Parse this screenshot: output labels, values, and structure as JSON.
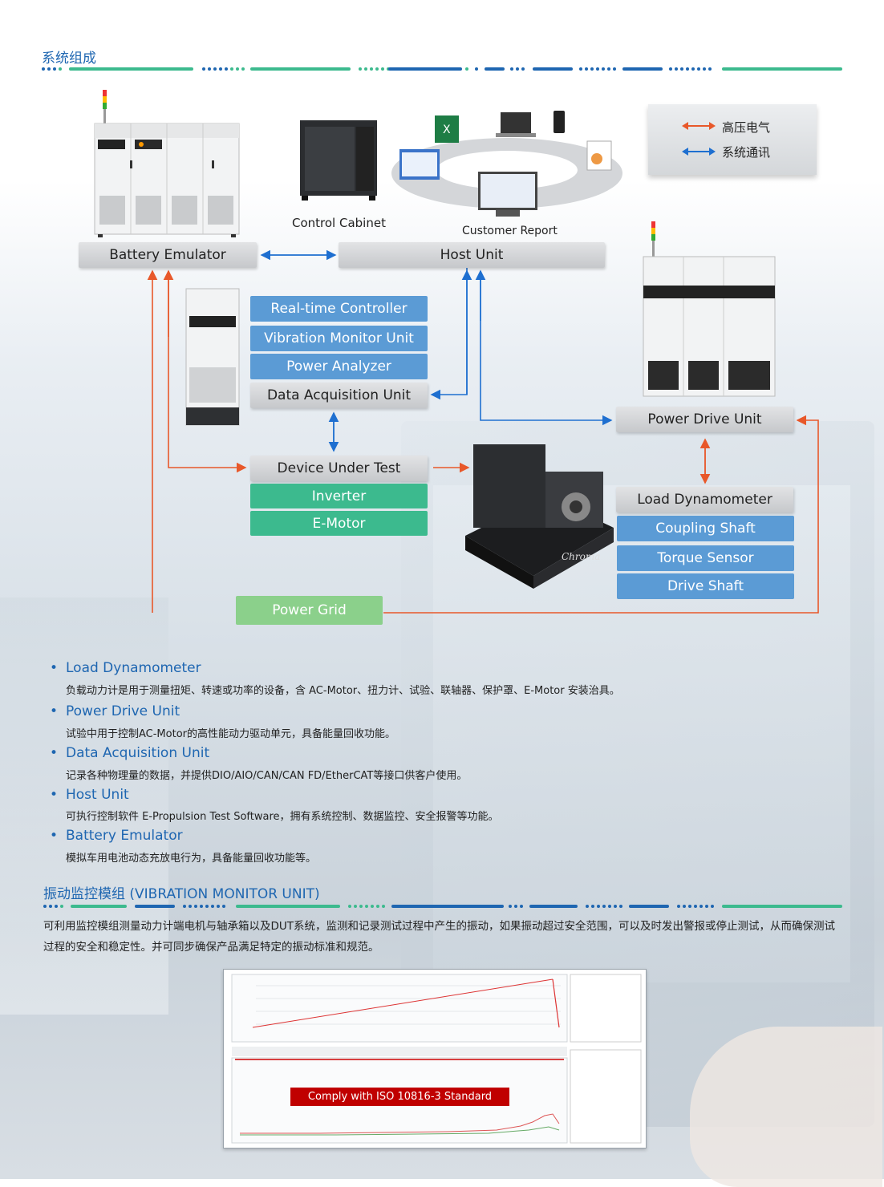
{
  "section1": {
    "title": "系统组成"
  },
  "legend": {
    "high_voltage": "高压电气",
    "communication": "系统通讯"
  },
  "captions": {
    "control_cabinet": "Control Cabinet",
    "customer_report": "Customer Report"
  },
  "boxes": {
    "battery_emulator": "Battery Emulator",
    "host_unit": "Host Unit",
    "realtime_controller": "Real-time Controller",
    "vibration_monitor": "Vibration Monitor Unit",
    "power_analyzer": "Power Analyzer",
    "data_acquisition": "Data Acquisition Unit",
    "power_drive_unit": "Power Drive Unit",
    "device_under_test": "Device Under Test",
    "inverter": "Inverter",
    "e_motor": "E-Motor",
    "load_dynamometer": "Load Dynamometer",
    "coupling_shaft": "Coupling Shaft",
    "torque_sensor": "Torque Sensor",
    "drive_shaft": "Drive Shaft",
    "power_grid": "Power Grid"
  },
  "brand": {
    "name": "Chroma"
  },
  "features": [
    {
      "title": "Load Dynamometer",
      "desc": "负载动力计是用于测量扭矩、转速或功率的设备，含 AC-Motor、扭力计、试验、联轴器、保护罩、E-Motor 安装治具。"
    },
    {
      "title": "Power Drive Unit",
      "desc": "试验中用于控制AC-Motor的高性能动力驱动单元，具备能量回收功能。"
    },
    {
      "title": "Data Acquisition Unit",
      "desc": "记录各种物理量的数据，并提供DIO/AIO/CAN/CAN FD/EtherCAT等接口供客户使用。"
    },
    {
      "title": "Host Unit",
      "desc": "可执行控制软件 E-Propulsion Test Software，拥有系统控制、数据监控、安全报警等功能。"
    },
    {
      "title": "Battery Emulator",
      "desc": "模拟车用电池动态充放电行为，具备能量回收功能等。"
    }
  ],
  "section2": {
    "title": "振动监控模组 (VIBRATION MONITOR UNIT)",
    "para": "可利用监控模组测量动力计端电机与轴承箱以及DUT系统，监测和记录测试过程中产生的振动，如果振动超过安全范围，可以及时发出警报或停止测试，从而确保测试过程的安全和稳定性。并可同步确保产品满足特定的振动标准和规范。"
  },
  "software": {
    "iso_label": "Comply with ISO 10816-3 Standard"
  },
  "colors": {
    "title_blue": "#1e66b1",
    "hv_orange": "#e8582a",
    "comm_blue": "#1e6fd0",
    "box_blue": "#5b9bd5",
    "teal": "#3cba8e",
    "grid_green": "#8bd08b",
    "iso_red": "#c00000"
  }
}
